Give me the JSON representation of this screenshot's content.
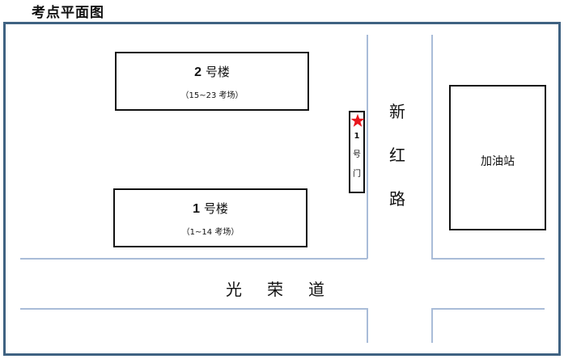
{
  "title": "考点平面图",
  "buildings": [
    {
      "name_num": "2",
      "name_text": "号楼",
      "sub": "（15~23 考场）"
    },
    {
      "name_num": "1",
      "name_text": "号楼",
      "sub": "（1~14 考场）"
    }
  ],
  "gate": {
    "chars": [
      "1",
      "号",
      "门"
    ],
    "marker_color": "#e8151b"
  },
  "roads": {
    "vertical": [
      "新",
      "红",
      "路"
    ],
    "horizontal": [
      "光",
      "荣",
      "道"
    ]
  },
  "gas_station": "加油站",
  "colors": {
    "frame": "#3f6282",
    "road_line": "#a9bcd8"
  }
}
